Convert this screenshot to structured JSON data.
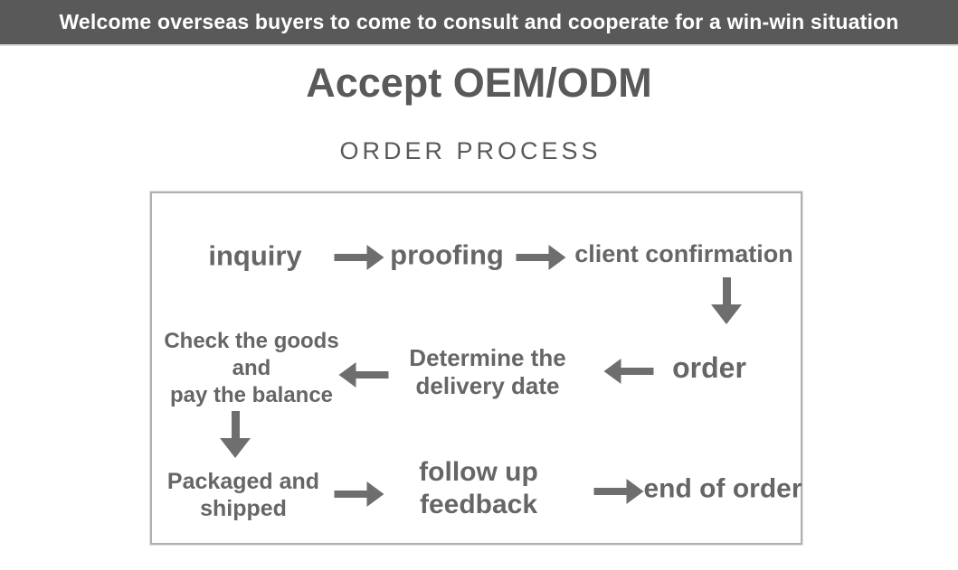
{
  "banner": {
    "text": "Welcome overseas buyers to come to consult and cooperate for a win-win situation"
  },
  "header": {
    "title": "Accept OEM/ODM",
    "subtitle": "ORDER PROCESS"
  },
  "process": {
    "steps": {
      "inquiry": "inquiry",
      "proofing": "proofing",
      "client_confirmation": "client confirmation",
      "order": "order",
      "determine_delivery_date": "Determine the\ndelivery date",
      "check_goods_pay_balance": "Check the goods\nand\npay the balance",
      "packaged_shipped": "Packaged and\nshipped",
      "follow_up_feedback": "follow up\nfeedback",
      "end_of_order": "end of order"
    },
    "arrows": [
      {
        "from": "inquiry",
        "to": "proofing",
        "direction": "right"
      },
      {
        "from": "proofing",
        "to": "client_confirmation",
        "direction": "right"
      },
      {
        "from": "client_confirmation",
        "to": "order",
        "direction": "down"
      },
      {
        "from": "order",
        "to": "determine_delivery_date",
        "direction": "left"
      },
      {
        "from": "determine_delivery_date",
        "to": "check_goods_pay_balance",
        "direction": "left"
      },
      {
        "from": "check_goods_pay_balance",
        "to": "packaged_shipped",
        "direction": "down"
      },
      {
        "from": "packaged_shipped",
        "to": "follow_up_feedback",
        "direction": "right"
      },
      {
        "from": "follow_up_feedback",
        "to": "end_of_order",
        "direction": "right"
      }
    ]
  },
  "colors": {
    "banner_bg": "#595959",
    "banner_text": "#ffffff",
    "heading_text": "#595959",
    "step_text": "#666666",
    "arrow": "#6e6e6e",
    "box_border": "#b0b0b0"
  }
}
